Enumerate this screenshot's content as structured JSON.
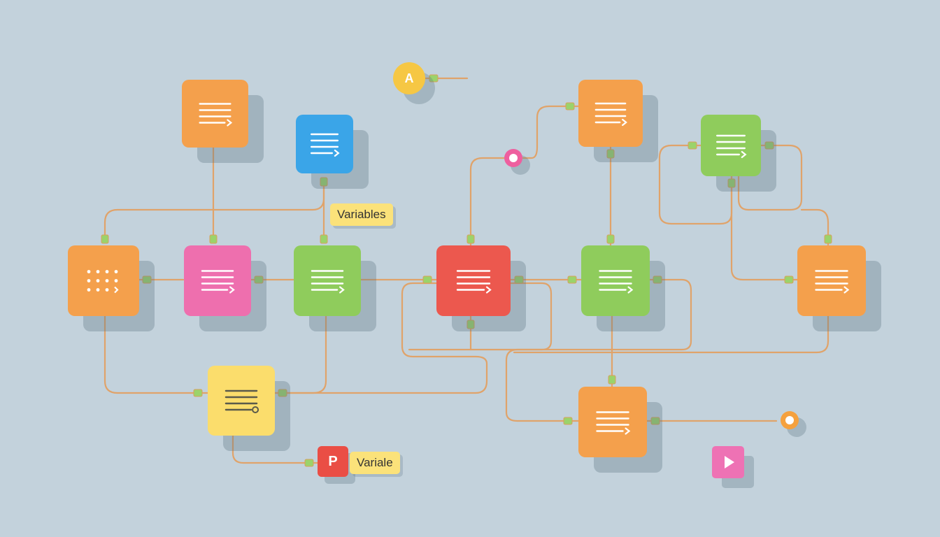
{
  "background": "#c3d2dc",
  "wire_color": "#e0a36a",
  "port_color": "#9bd36b",
  "colors": {
    "orange": "#f4a04c",
    "blue": "#3aa5e8",
    "pink": "#ee6fae",
    "green": "#8fcc5c",
    "red": "#ec584e",
    "yellow": "#fbdd6c",
    "magenta": "#ee72b4"
  },
  "labels": {
    "variables": "Variables",
    "variale": "Variale",
    "p_block": "P",
    "start_badge": "A"
  },
  "nodes": [
    {
      "id": "n1",
      "color": "orange",
      "icon": "lines-arrow-icon"
    },
    {
      "id": "n2",
      "color": "blue",
      "icon": "lines-arrow-icon"
    },
    {
      "id": "n3",
      "color": "orange",
      "icon": "dots-grid-icon"
    },
    {
      "id": "n4",
      "color": "pink",
      "icon": "lines-arrow-icon"
    },
    {
      "id": "n5",
      "color": "green",
      "icon": "lines-arrow-icon"
    },
    {
      "id": "n6",
      "color": "yellow",
      "icon": "lines-circle-icon"
    },
    {
      "id": "n7",
      "color": "red",
      "icon": "lines-arrow-icon"
    },
    {
      "id": "n8",
      "color": "orange",
      "icon": "lines-arrow-icon"
    },
    {
      "id": "n9",
      "color": "green",
      "icon": "lines-arrow-icon"
    },
    {
      "id": "n10",
      "color": "green",
      "icon": "lines-arrow-icon"
    },
    {
      "id": "n11",
      "color": "orange",
      "icon": "lines-arrow-icon"
    },
    {
      "id": "n12",
      "color": "orange",
      "icon": "lines-arrow-icon"
    }
  ],
  "extras": [
    {
      "id": "start",
      "icon": "start-badge-icon"
    },
    {
      "id": "junction-pink",
      "icon": "junction-ring-icon"
    },
    {
      "id": "end-ring",
      "icon": "end-ring-icon"
    },
    {
      "id": "play",
      "icon": "play-icon"
    }
  ]
}
